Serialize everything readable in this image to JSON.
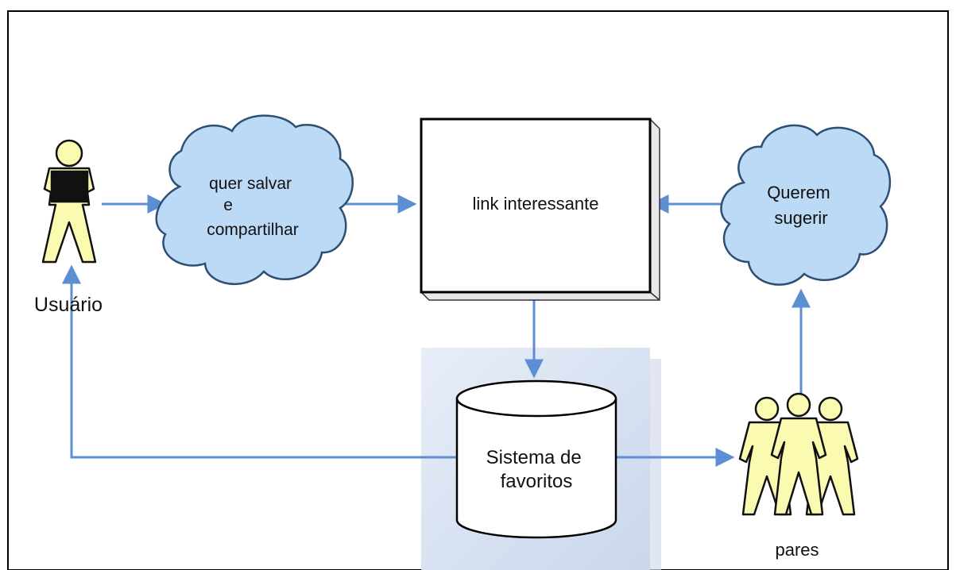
{
  "colors": {
    "arrow": "#5b8fd1",
    "cloud_fill": "#bcd9f5",
    "cloud_stroke": "#2d4f73",
    "figure_fill": "#fafab0",
    "panel": "#d5dff0"
  },
  "nodes": {
    "user": {
      "label": "Usuário",
      "icon": "person-with-laptop-icon"
    },
    "cloud_left": {
      "lines": [
        "quer salvar",
        "e",
        "compartilhar"
      ],
      "icon": "cloud-shape"
    },
    "link_box": {
      "label": "link interessante"
    },
    "cloud_right": {
      "lines": [
        "Querem",
        "sugerir"
      ],
      "icon": "cloud-shape"
    },
    "database": {
      "lines": [
        "Sistema de",
        "favoritos"
      ],
      "icon": "database-cylinder"
    },
    "peers": {
      "label": "pares",
      "icon": "group-of-people-icon"
    }
  },
  "edges": [
    {
      "from": "user",
      "to": "cloud_left"
    },
    {
      "from": "cloud_left",
      "to": "link_box"
    },
    {
      "from": "cloud_right",
      "to": "link_box"
    },
    {
      "from": "link_box",
      "to": "database"
    },
    {
      "from": "database",
      "to": "user"
    },
    {
      "from": "database",
      "to": "peers"
    },
    {
      "from": "peers",
      "to": "cloud_right"
    }
  ]
}
